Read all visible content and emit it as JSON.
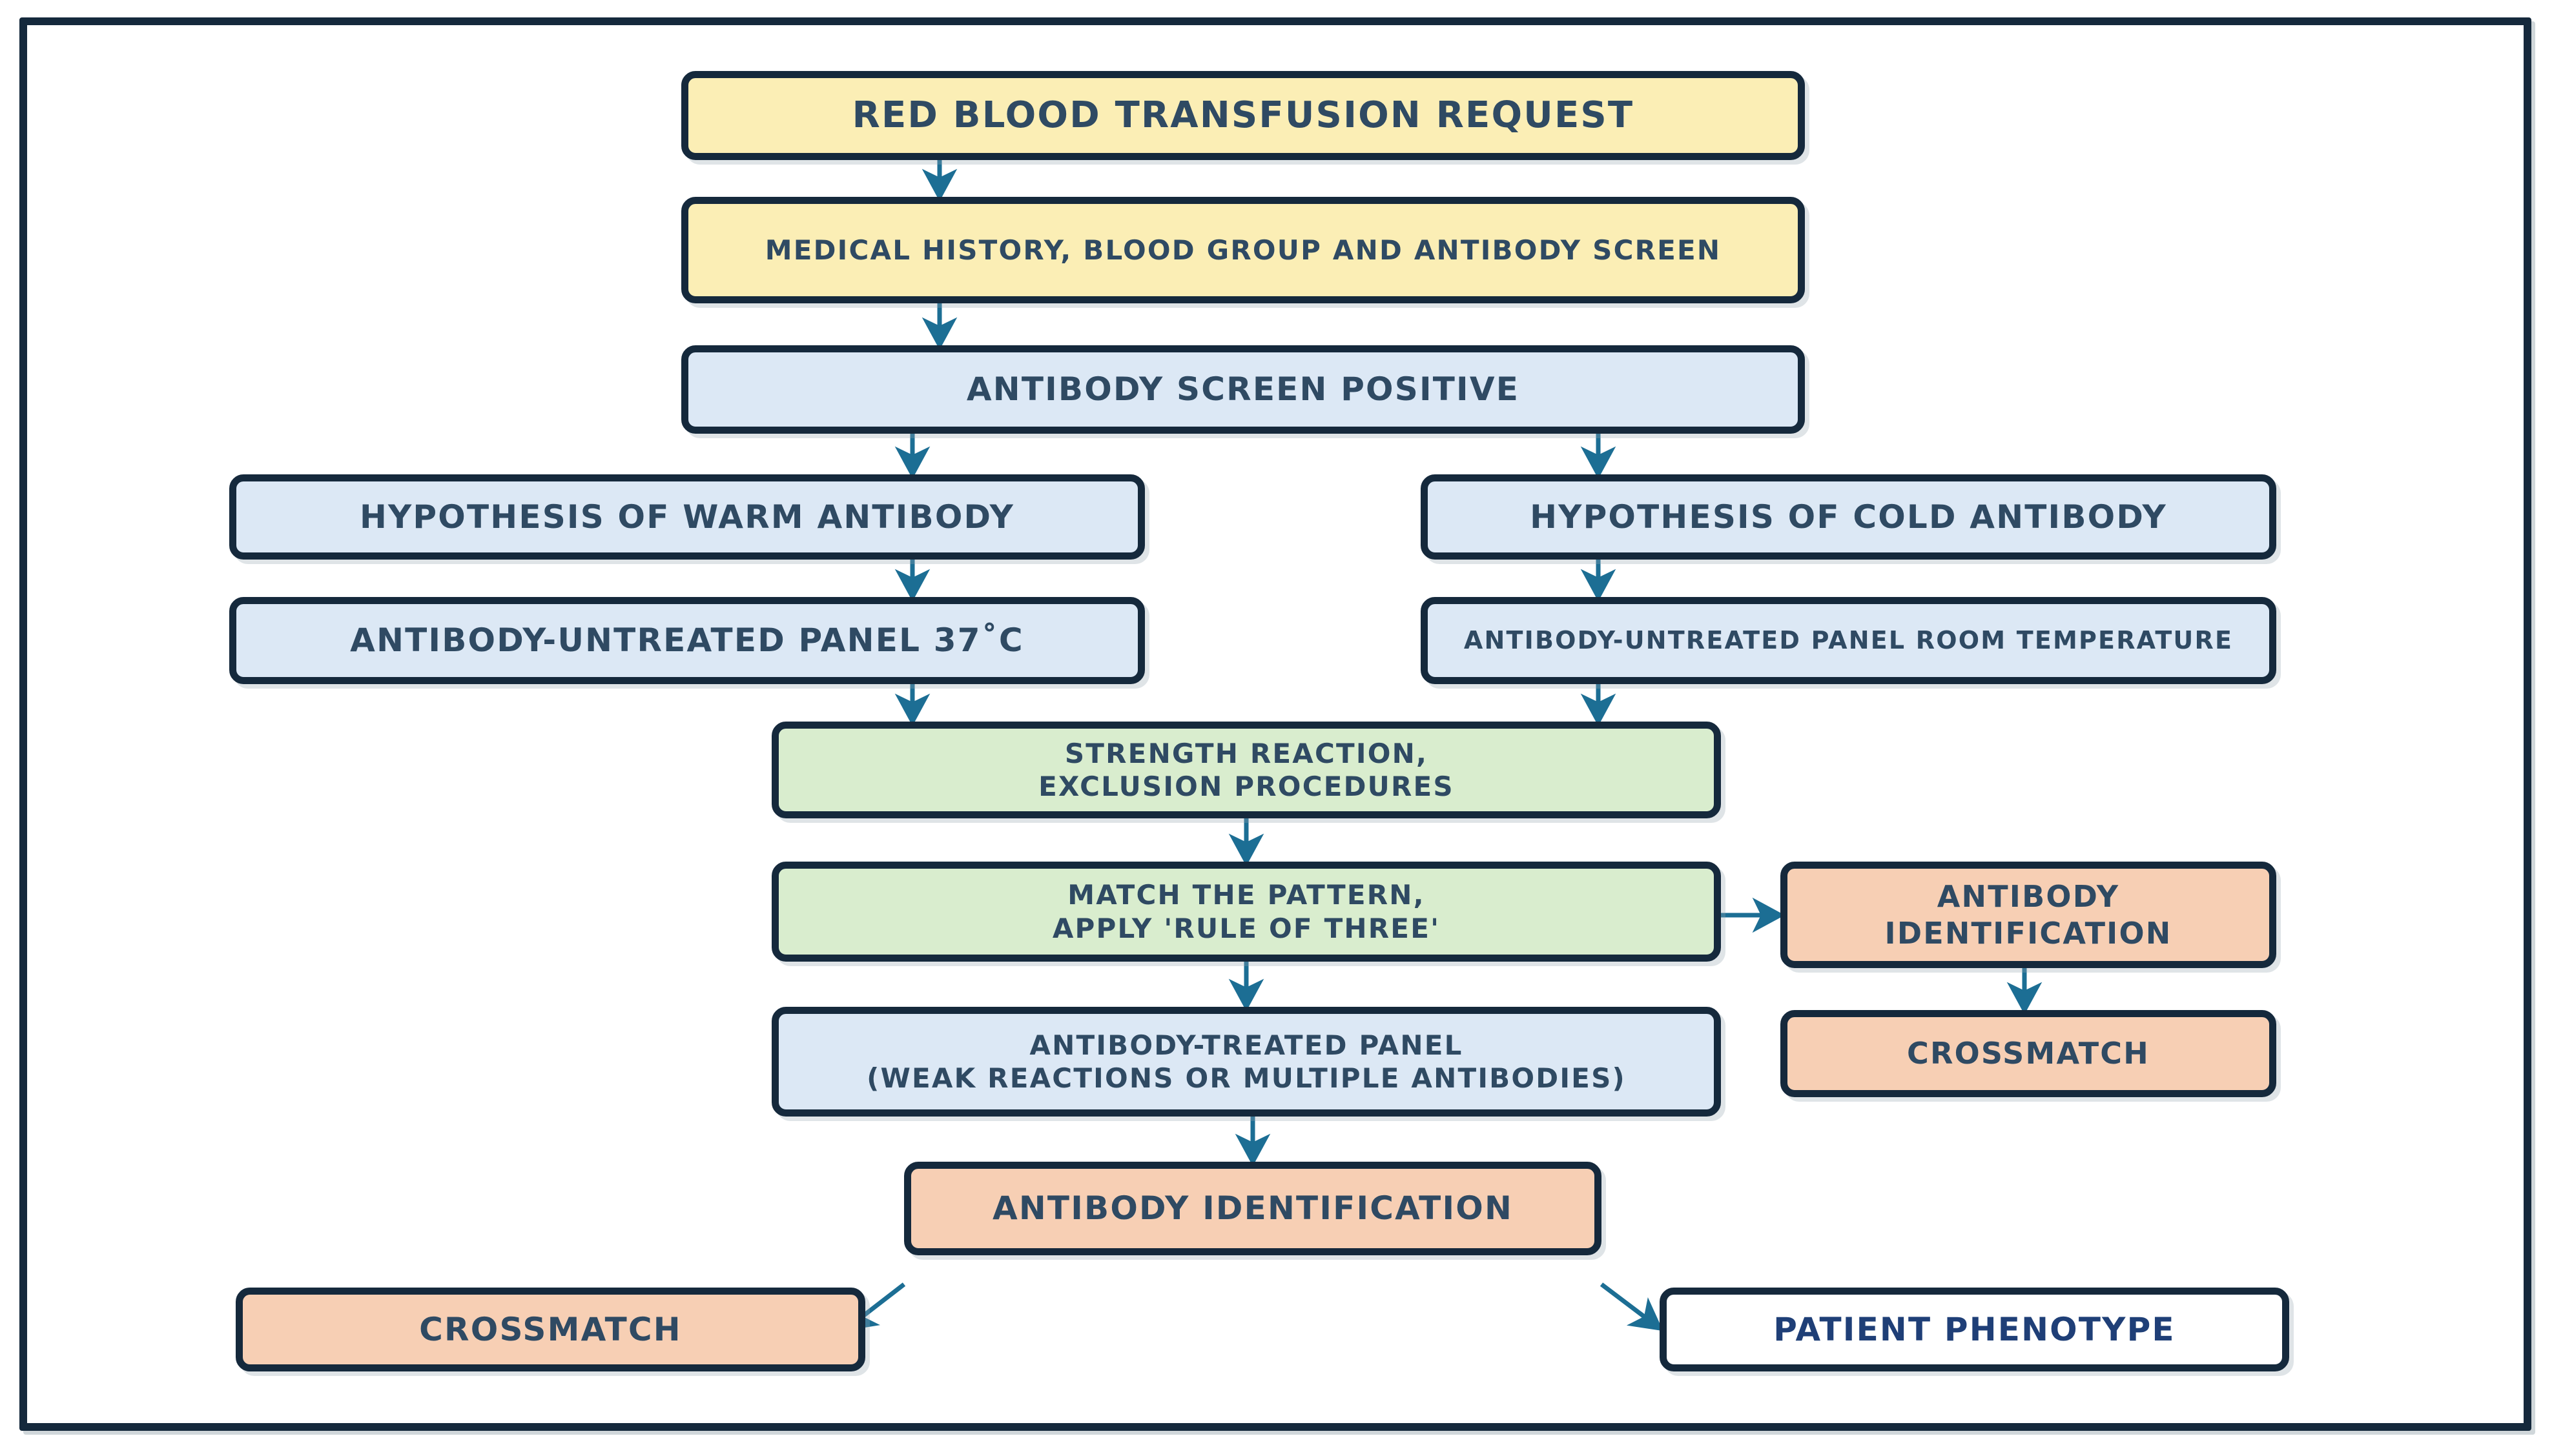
{
  "diagram": {
    "title_hidden": "",
    "accent_color": "#1c6e94",
    "outline_color": "#15293c",
    "colors": {
      "yellow": "#fbeeb5",
      "blue": "#dce8f5",
      "green": "#d9edce",
      "orange": "#f7cfb4",
      "white": "#ffffff",
      "text": "#2f4a63",
      "phenotype_text": "#1f3f77"
    },
    "nodes": [
      {
        "id": "request",
        "label": "RED BLOOD TRANSFUSION REQUEST"
      },
      {
        "id": "history",
        "label": "MEDICAL HISTORY, BLOOD GROUP AND ANTIBODY SCREEN"
      },
      {
        "id": "screen_pos",
        "label": "ANTIBODY SCREEN POSITIVE"
      },
      {
        "id": "warm_hyp",
        "label": "HYPOTHESIS OF WARM ANTIBODY"
      },
      {
        "id": "cold_hyp",
        "label": "HYPOTHESIS OF COLD ANTIBODY"
      },
      {
        "id": "panel_37",
        "label": "ANTIBODY-UNTREATED PANEL 37˚C"
      },
      {
        "id": "panel_rt",
        "label": "ANTIBODY-UNTREATED PANEL ROOM TEMPERATURE"
      },
      {
        "id": "strength",
        "line1": "STRENGTH REACTION,",
        "line2": "EXCLUSION PROCEDURES"
      },
      {
        "id": "match",
        "line1": "MATCH THE PATTERN,",
        "line2": "APPLY 'RULE OF THREE'"
      },
      {
        "id": "ab_id_right",
        "line1": "ANTIBODY",
        "line2": "IDENTIFICATION"
      },
      {
        "id": "crossmatch_right",
        "label": "CROSSMATCH"
      },
      {
        "id": "treated_panel",
        "line1": "ANTIBODY-TREATED PANEL",
        "line2": "(WEAK REACTIONS OR MULTIPLE ANTIBODIES)"
      },
      {
        "id": "ab_id_bottom",
        "label": "ANTIBODY IDENTIFICATION"
      },
      {
        "id": "crossmatch_bottom",
        "label": "CROSSMATCH"
      },
      {
        "id": "phenotype",
        "label": "PATIENT PHENOTYPE"
      }
    ],
    "edges": [
      {
        "from": "request",
        "to": "history"
      },
      {
        "from": "history",
        "to": "screen_pos"
      },
      {
        "from": "screen_pos",
        "to": "warm_hyp"
      },
      {
        "from": "screen_pos",
        "to": "cold_hyp"
      },
      {
        "from": "warm_hyp",
        "to": "panel_37"
      },
      {
        "from": "cold_hyp",
        "to": "panel_rt"
      },
      {
        "from": "panel_37",
        "to": "strength"
      },
      {
        "from": "panel_rt",
        "to": "strength"
      },
      {
        "from": "strength",
        "to": "match"
      },
      {
        "from": "match",
        "to": "ab_id_right"
      },
      {
        "from": "ab_id_right",
        "to": "crossmatch_right"
      },
      {
        "from": "match",
        "to": "treated_panel"
      },
      {
        "from": "treated_panel",
        "to": "ab_id_bottom"
      },
      {
        "from": "ab_id_bottom",
        "to": "crossmatch_bottom"
      },
      {
        "from": "ab_id_bottom",
        "to": "phenotype"
      }
    ]
  }
}
